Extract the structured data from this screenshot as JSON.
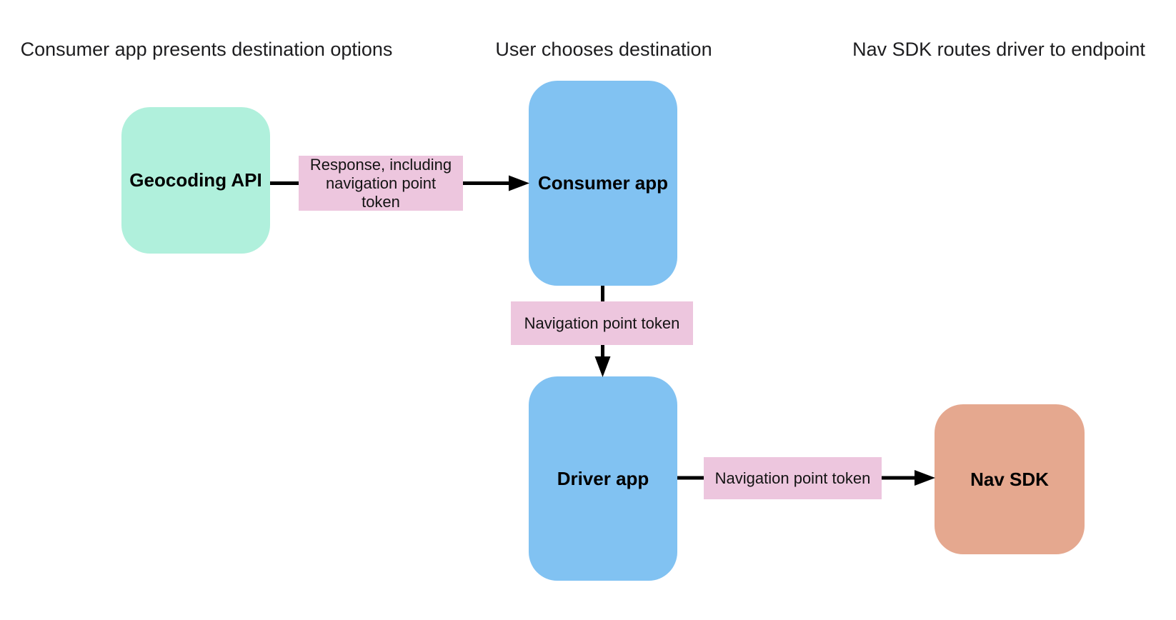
{
  "diagram": {
    "column_headers": [
      {
        "label": "Consumer app presents destination options"
      },
      {
        "label": "User chooses destination"
      },
      {
        "label": "Nav SDK routes driver to endpoint"
      }
    ],
    "nodes": [
      {
        "id": "geocoding-api",
        "label": "Geocoding API",
        "fill": "#b0f0dc"
      },
      {
        "id": "consumer-app",
        "label": "Consumer app",
        "fill": "#81c2f2"
      },
      {
        "id": "driver-app",
        "label": "Driver app",
        "fill": "#81c2f2"
      },
      {
        "id": "nav-sdk",
        "label": "Nav SDK",
        "fill": "#e5a88f"
      }
    ],
    "edges": [
      {
        "from": "geocoding-api",
        "to": "consumer-app",
        "label": "Response, including navigation point token",
        "label_fill": "#edc6de"
      },
      {
        "from": "consumer-app",
        "to": "driver-app",
        "label": "Navigation point token",
        "label_fill": "#edc6de"
      },
      {
        "from": "driver-app",
        "to": "nav-sdk",
        "label": "Navigation point token",
        "label_fill": "#edc6de"
      }
    ],
    "arrow_color": "#000000",
    "background": "#ffffff"
  }
}
